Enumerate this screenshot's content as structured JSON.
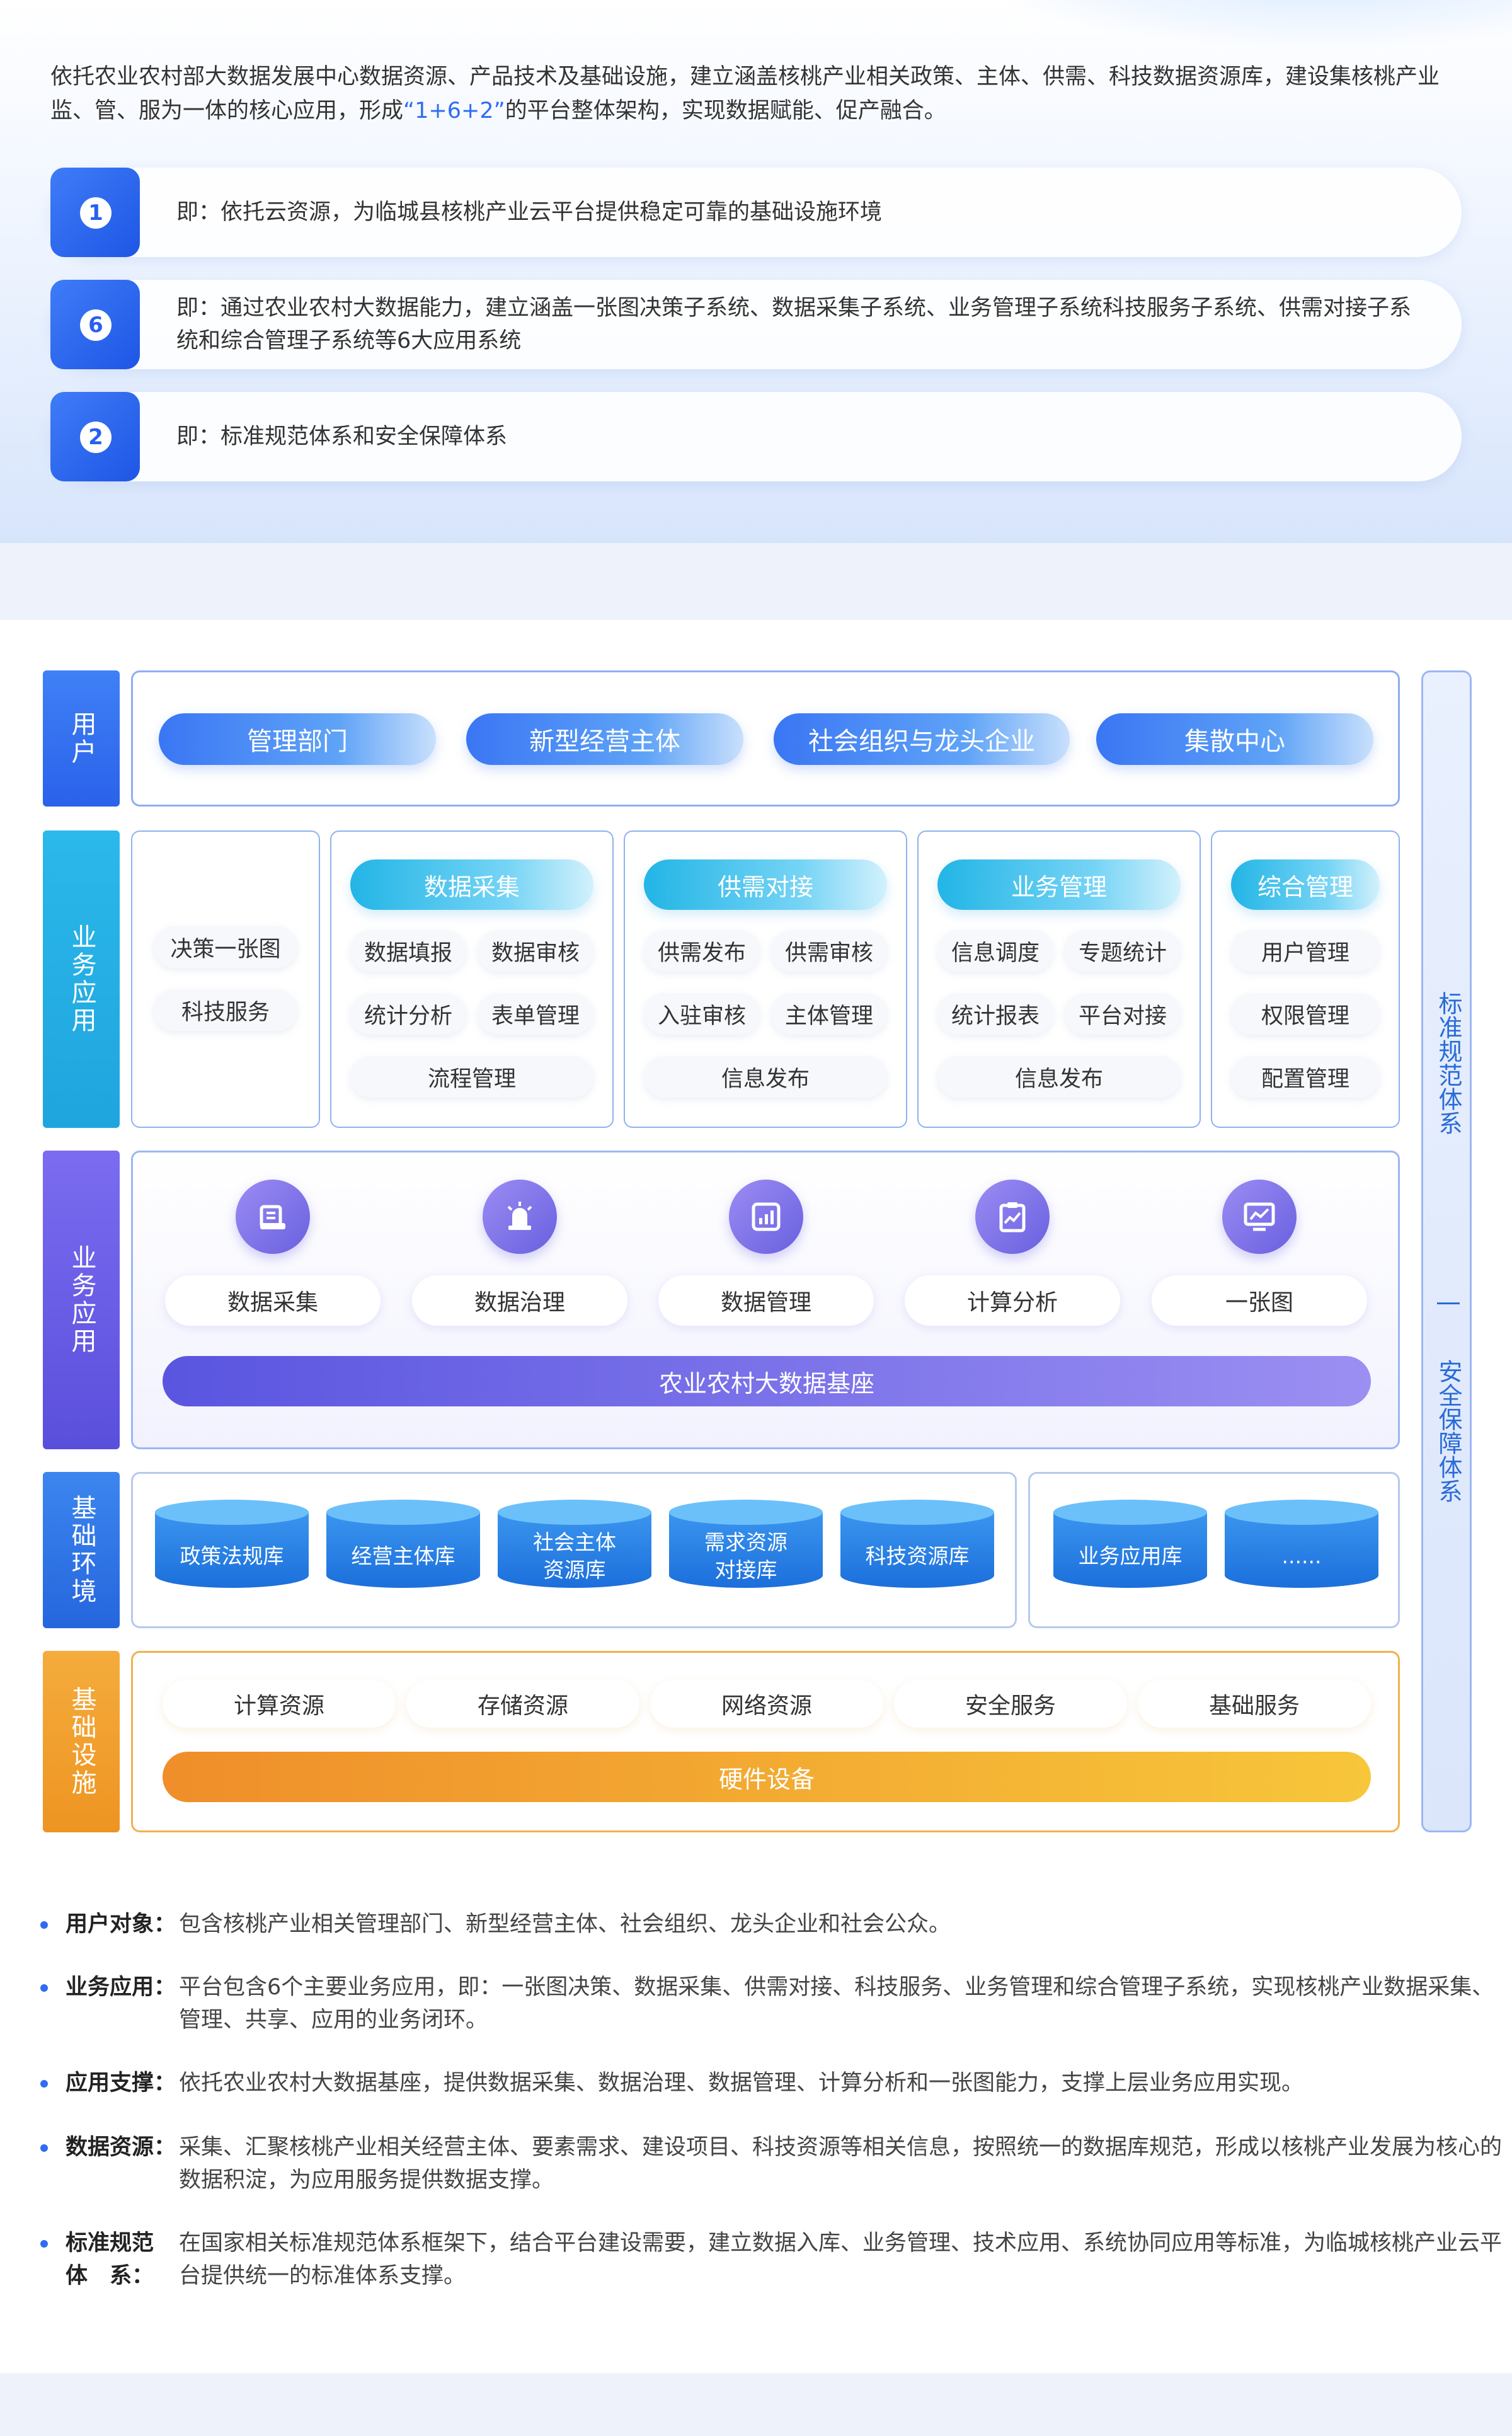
{
  "intro": {
    "part1": "依托农业农村部大数据发展中心数据资源、产品技术及基础设施，建立涵盖核桃产业相关政策、主体、供需、科技数据资源库，建设集核桃产业监、管、服为一体的核心应用，形成",
    "highlight": "“1+6+2”",
    "part2": "的平台整体架构，实现数据赋能、促产融合。"
  },
  "numbered": [
    {
      "num": "1",
      "text": "即：依托云资源，为临城县核桃产业云平台提供稳定可靠的基础设施环境"
    },
    {
      "num": "6",
      "text": "即：通过农业农村大数据能力，建立涵盖一张图决策子系统、数据采集子系统、业务管理子系统科技服务子系统、供需对接子系统和综合管理子系统等6大应用系统"
    },
    {
      "num": "2",
      "text": "即：标准规范体系和安全保障体系"
    }
  ],
  "layers": {
    "user": "用户",
    "biz_app": "业务应用",
    "biz_app2": "业务应用",
    "base_env": "基础环境",
    "infra": "基础设施"
  },
  "users": [
    "管理部门",
    "新型经营主体",
    "社会组织与龙头企业",
    "集散中心"
  ],
  "biz": {
    "left_items": [
      "决策一张图",
      "科技服务"
    ],
    "modules": [
      {
        "title": "数据采集",
        "items": [
          "数据填报",
          "数据审核",
          "统计分析",
          "表单管理",
          "流程管理"
        ]
      },
      {
        "title": "供需对接",
        "items": [
          "供需发布",
          "供需审核",
          "入驻审核",
          "主体管理",
          "信息发布"
        ]
      },
      {
        "title": "业务管理",
        "items": [
          "信息调度",
          "专题统计",
          "统计报表",
          "平台对接",
          "信息发布"
        ]
      },
      {
        "title": "综合管理",
        "items": [
          "用户管理",
          "权限管理",
          "配置管理"
        ]
      }
    ]
  },
  "platform": {
    "caps": [
      "数据采集",
      "数据治理",
      "数据管理",
      "计算分析",
      "一张图"
    ],
    "icons": [
      "data-collection-icon",
      "data-governance-icon",
      "data-management-icon",
      "compute-analysis-icon",
      "map-overview-icon"
    ],
    "base": "农业农村大数据基座"
  },
  "databases": [
    "政策法规库",
    "经营主体库",
    "社会主体资源库",
    "需求资源对接库",
    "科技资源库",
    "业务应用库",
    "......"
  ],
  "infra": {
    "resources": [
      "计算资源",
      "存储资源",
      "网络资源",
      "安全服务",
      "基础服务"
    ],
    "hardware": "硬件设备"
  },
  "sidebar": {
    "top": "标准规范体系",
    "sep": "—",
    "bottom": "安全保障体系"
  },
  "bullets": [
    {
      "k": "用户对象：",
      "v": "包含核桃产业相关管理部门、新型经营主体、社会组织、龙头企业和社会公众。"
    },
    {
      "k": "业务应用：",
      "v": "平台包含6个主要业务应用，即：一张图决策、数据采集、供需对接、科技服务、业务管理和综合管理子系统，实现核桃产业数据采集、管理、共享、应用的业务闭环。"
    },
    {
      "k": "应用支撑：",
      "v": "依托农业农村大数据基座，提供数据采集、数据治理、数据管理、计算分析和一张图能力，支撑上层业务应用实现。"
    },
    {
      "k": "数据资源：",
      "v": "采集、汇聚核桃产业相关经营主体、要素需求、建设项目、科技资源等相关信息，按照统一的数据库规范，形成以核桃产业发展为核心的数据积淀，为应用服务提供数据支撑。"
    },
    {
      "k": "标准规范体　系：",
      "v": "在国家相关标准规范体系框架下，结合平台建设需要，建立数据入库、业务管理、技术应用、系统协同应用等标准，为临城核桃产业云平台提供统一的标准体系支撑。"
    }
  ],
  "colors": {
    "accent": "#2f6cf5",
    "user_layer": "#2f6cf5",
    "biz_layer": "#22b5e6",
    "platform_layer": "#6a5fe0",
    "env_layer": "#2f7ce8",
    "infra_layer": "#f0a030"
  }
}
